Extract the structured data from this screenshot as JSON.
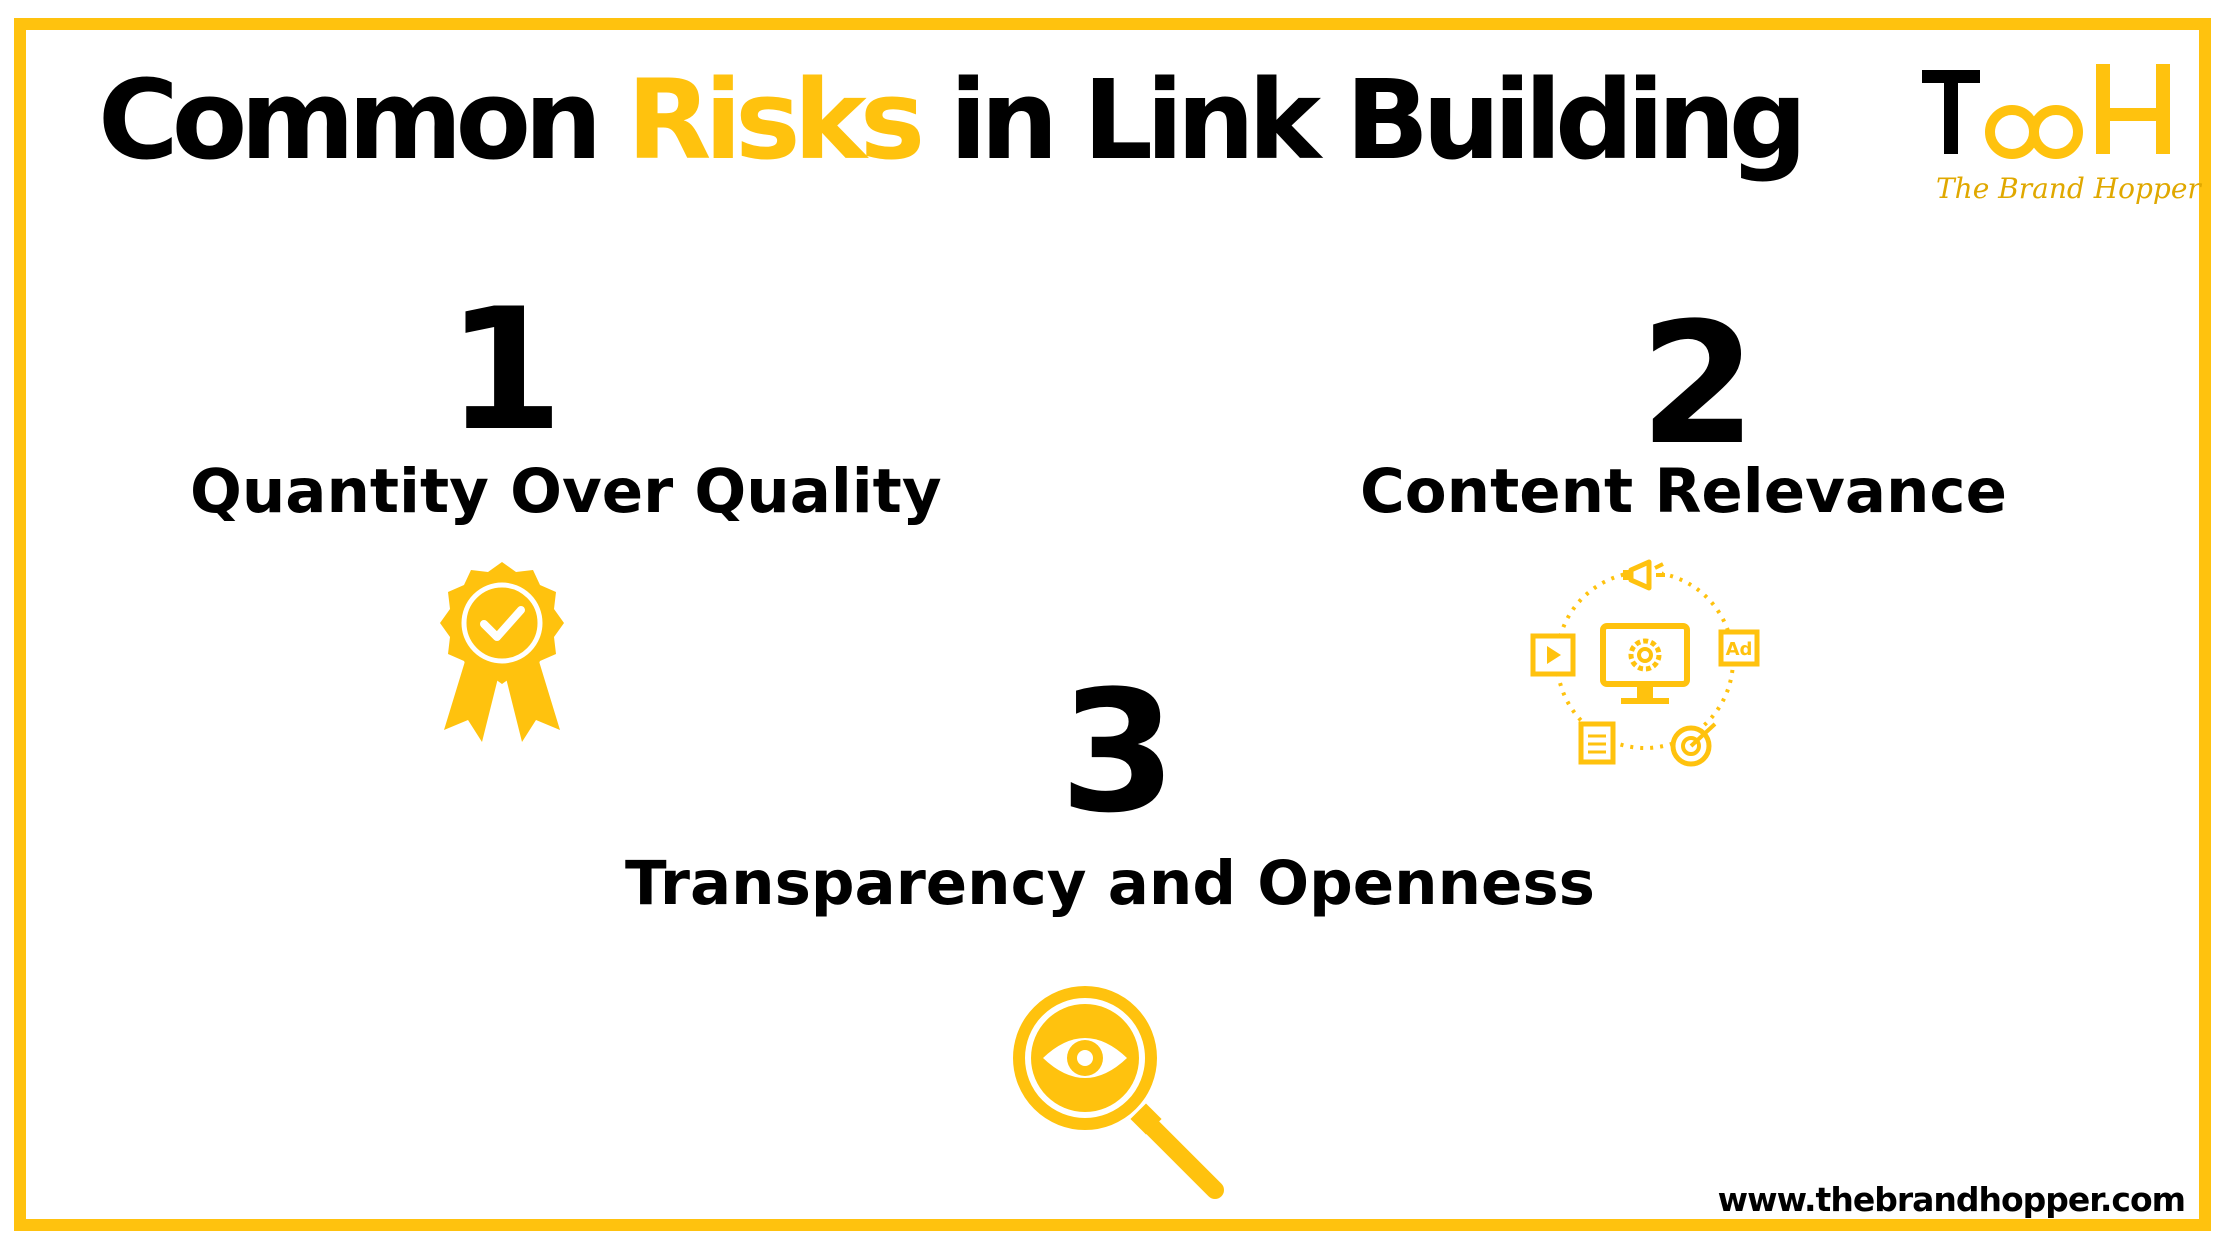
{
  "title": {
    "prefix": "Common ",
    "highlight": "Risks",
    "suffix": " in Link Building"
  },
  "logo": {
    "letters": "TOOH",
    "tagline": "The Brand Hopper"
  },
  "items": [
    {
      "number": "1",
      "label": "Quantity Over Quality",
      "icon": "award-ribbon-checkmark-icon"
    },
    {
      "number": "2",
      "label": "Content Relevance",
      "icon": "content-marketing-cycle-icon"
    },
    {
      "number": "3",
      "label": "Transparency and Openness",
      "icon": "magnifier-eye-icon"
    }
  ],
  "footer": {
    "website": "www.thebrandhopper.com"
  },
  "colors": {
    "accent": "#FFC20E",
    "text": "#000000",
    "background": "#FFFFFF"
  }
}
